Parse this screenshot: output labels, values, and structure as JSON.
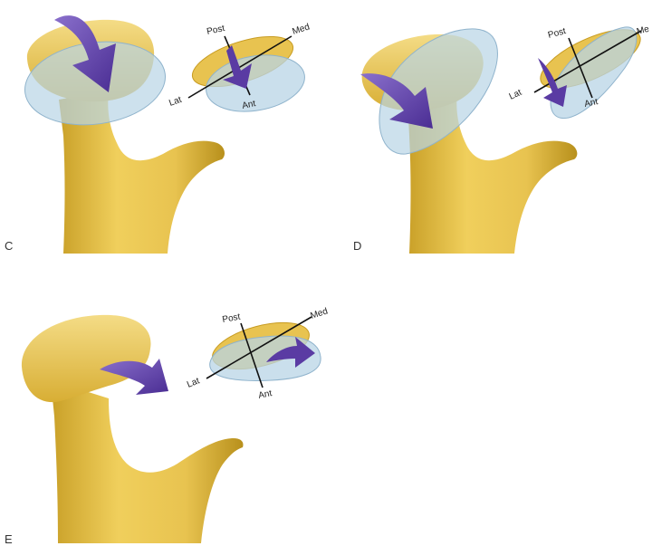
{
  "colors": {
    "bone": "#e8c350",
    "bone_dark": "#c89c22",
    "bone_light": "#f5de8a",
    "cartilage": "#b8d4e6",
    "cartilage_edge": "#8fb3cc",
    "arrow": "#5a3ba3",
    "arrow_light": "#7e62c4",
    "axis_line": "#111111",
    "background": "#ffffff"
  },
  "panels": [
    {
      "label": "C",
      "axes": {
        "post": "Post",
        "ant": "Ant",
        "lat": "Lat",
        "med": "Med"
      }
    },
    {
      "label": "D",
      "axes": {
        "post": "Post",
        "ant": "Ant",
        "lat": "Lat",
        "med": "Me"
      }
    },
    {
      "label": "E",
      "axes": {
        "post": "Post",
        "ant": "Ant",
        "lat": "Lat",
        "med": "Med"
      }
    }
  ]
}
